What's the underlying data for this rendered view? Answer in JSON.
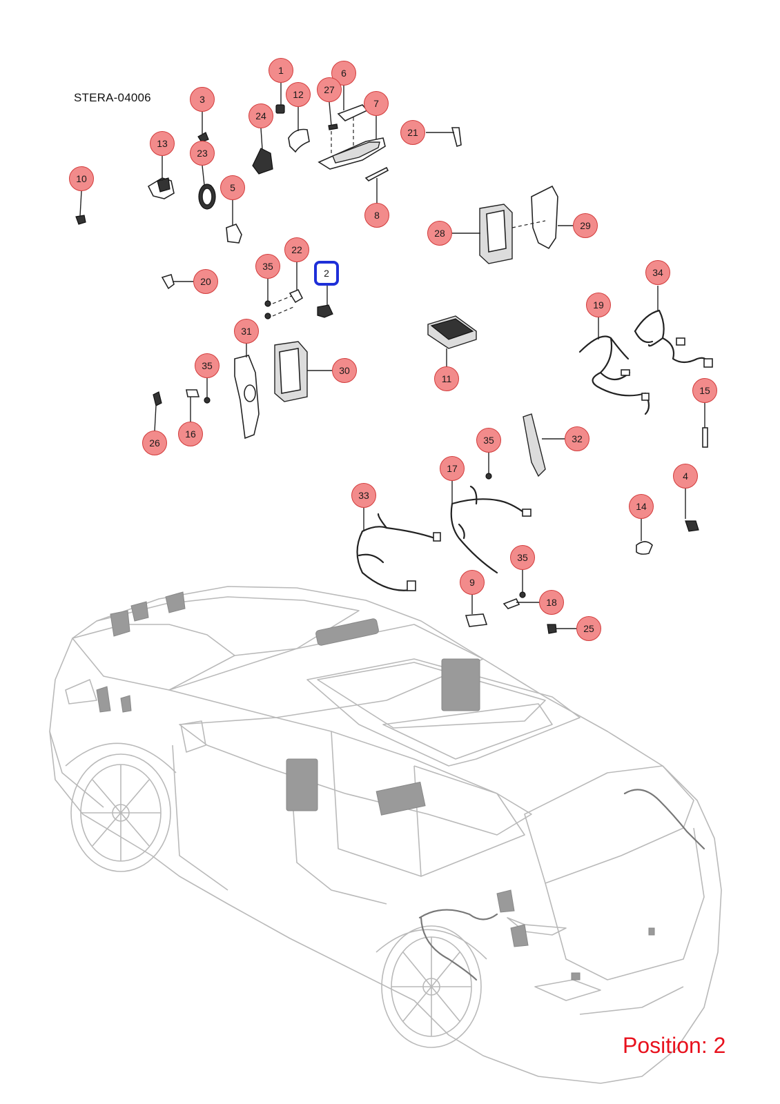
{
  "diagram": {
    "reference_code": "STERA-04006",
    "position_label": "Position: 2",
    "selected_position": "2",
    "colors": {
      "callout_fill": "#f28b8b",
      "callout_border": "#d23b3b",
      "selected_border": "#1e2fd8",
      "position_text": "#e8111d"
    },
    "callouts": [
      {
        "id": "1",
        "label": "1"
      },
      {
        "id": "2",
        "label": "2"
      },
      {
        "id": "3",
        "label": "3"
      },
      {
        "id": "4",
        "label": "4"
      },
      {
        "id": "5",
        "label": "5"
      },
      {
        "id": "6",
        "label": "6"
      },
      {
        "id": "7",
        "label": "7"
      },
      {
        "id": "8",
        "label": "8"
      },
      {
        "id": "9",
        "label": "9"
      },
      {
        "id": "10",
        "label": "10"
      },
      {
        "id": "11",
        "label": "11"
      },
      {
        "id": "12",
        "label": "12"
      },
      {
        "id": "13",
        "label": "13"
      },
      {
        "id": "14",
        "label": "14"
      },
      {
        "id": "15",
        "label": "15"
      },
      {
        "id": "16",
        "label": "16"
      },
      {
        "id": "17",
        "label": "17"
      },
      {
        "id": "18",
        "label": "18"
      },
      {
        "id": "19",
        "label": "19"
      },
      {
        "id": "20",
        "label": "20"
      },
      {
        "id": "21",
        "label": "21"
      },
      {
        "id": "22",
        "label": "22"
      },
      {
        "id": "23",
        "label": "23"
      },
      {
        "id": "24",
        "label": "24"
      },
      {
        "id": "25",
        "label": "25"
      },
      {
        "id": "26",
        "label": "26"
      },
      {
        "id": "27",
        "label": "27"
      },
      {
        "id": "28",
        "label": "28"
      },
      {
        "id": "29",
        "label": "29"
      },
      {
        "id": "30",
        "label": "30"
      },
      {
        "id": "31",
        "label": "31"
      },
      {
        "id": "32",
        "label": "32"
      },
      {
        "id": "33",
        "label": "33"
      },
      {
        "id": "34",
        "label": "34"
      },
      {
        "id": "35a",
        "label": "35"
      },
      {
        "id": "35b",
        "label": "35"
      },
      {
        "id": "35c",
        "label": "35"
      },
      {
        "id": "35d",
        "label": "35"
      }
    ]
  }
}
